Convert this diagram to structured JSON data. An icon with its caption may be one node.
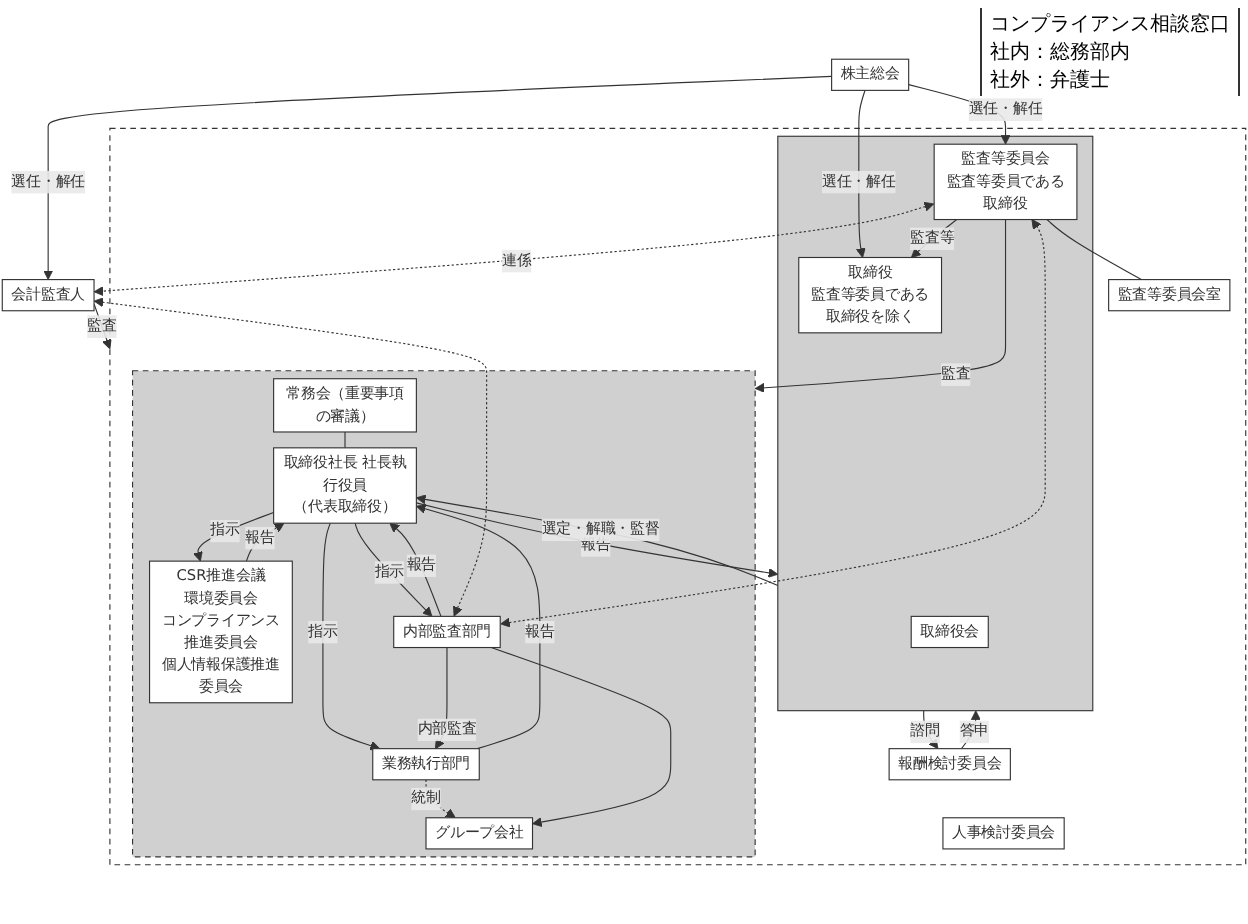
{
  "diagram": {
    "nodes": [
      {
        "text": [
          "株主総会"
        ]
      },
      {
        "text": [],
        "shape": "box"
      },
      {
        "text": [
          "人事検討委員会"
        ],
        "in": 1
      },
      {
        "text": [
          "報酬検討委員会"
        ],
        "in": 1
      },
      {
        "text": [],
        "shape": "box",
        "in": 1
      },
      {
        "text": [
          "取締役会"
        ],
        "in": 4
      },
      {
        "text": [
          "取締役",
          "監査等委員である取締役を除く"
        ],
        "in": 4
      },
      {
        "text": [
          "監査等委員会",
          "監査等委員である取締役"
        ],
        "in": 4
      },
      {
        "text": [
          "監査等委員会室"
        ],
        "in": 1
      },
      {
        "text": [],
        "shape": "box",
        "in": 1
      },
      {
        "text": [
          "常務会（重要事項の審議）"
        ],
        "in": 9
      },
      {
        "text": [
          "取締役社長 社長執行役員",
          "（代表取締役）"
        ],
        "in": 9
      },
      {
        "text": [
          "CSR推進会議",
          "環境委員会",
          "コンプライアンス推進委員会",
          "個人情報保護推進委員会"
        ],
        "in": 9
      },
      {
        "text": [
          "業務執行部門"
        ],
        "in": 9
      },
      {
        "text": [
          "グループ会社"
        ],
        "in": 9
      },
      {
        "text": [
          "内部監査部門"
        ],
        "in": 9
      },
      {
        "text": [
          "会計監査人"
        ]
      }
    ],
    "edges": [
      {
        "from": 0,
        "to": 6,
        "arrow": "to",
        "label": "選任・解任"
      },
      {
        "from": 0,
        "to": 7,
        "arrow": "to",
        "label": "選任・解任"
      },
      {
        "from": 0,
        "to": 16,
        "arrow": "to",
        "label": "選任・解任"
      },
      {
        "from": 4,
        "to": 3,
        "arrow": "to",
        "label": "諮問"
      },
      {
        "from": 3,
        "to": 4,
        "arrow": "to",
        "label": "答申"
      },
      {
        "from": 7,
        "to": 6,
        "arrow": "to",
        "label": "監査等"
      },
      {
        "from": 7,
        "to": 9,
        "arrow": "to",
        "label": "監査"
      },
      {
        "from": 7,
        "to": 8,
        "arrow": "none"
      },
      {
        "from": 11,
        "to": 4,
        "arrow": "to",
        "label": "報告"
      },
      {
        "from": 4,
        "to": 11,
        "arrow": "to",
        "label": "選定・解職・監督"
      },
      {
        "from": 10,
        "to": 11,
        "arrow": "none"
      },
      {
        "from": 11,
        "to": 12,
        "arrow": "to",
        "label": "指示"
      },
      {
        "from": 12,
        "to": 11,
        "arrow": "to",
        "label": "報告"
      },
      {
        "from": 11,
        "to": 13,
        "arrow": "to",
        "label": "指示"
      },
      {
        "from": 13,
        "to": 11,
        "arrow": "to",
        "label": "報告"
      },
      {
        "from": 11,
        "to": 15,
        "arrow": "to",
        "label": "指示"
      },
      {
        "from": 15,
        "to": 11,
        "arrow": "to",
        "label": "報告"
      },
      {
        "from": 13,
        "to": 14,
        "arrow": "to",
        "label": "統制",
        "style": "dashed"
      },
      {
        "from": 15,
        "to": 13,
        "arrow": "to",
        "label": "内部監査"
      },
      {
        "from": 15,
        "to": 14,
        "arrow": "to"
      },
      {
        "from": 15,
        "to": 7,
        "arrow": "both",
        "style": "dashed"
      },
      {
        "from": 7,
        "to": 16,
        "arrow": "both",
        "style": "dashed",
        "label": "連係"
      },
      {
        "from": 15,
        "to": 16,
        "arrow": "both",
        "style": "dashed"
      },
      {
        "from": 16,
        "to": 1,
        "arrow": "to",
        "label": "監査"
      }
    ],
    "labels": [
      "コンプライアンス相談窓口",
      "社内：総務部内",
      "社外：弁護士"
    ]
  }
}
